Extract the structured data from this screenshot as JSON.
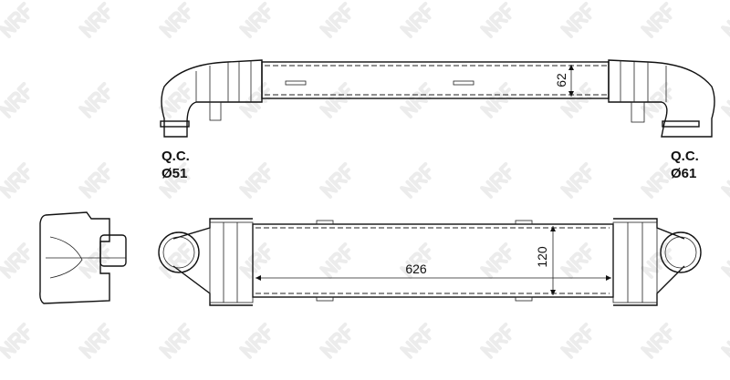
{
  "watermark": {
    "logo_text": "NRF",
    "color": "#ececec"
  },
  "top_view": {
    "height_dimension": "62",
    "left_connection": {
      "type": "Q.C.",
      "diameter": "Ø51"
    },
    "right_connection": {
      "type": "Q.C.",
      "diameter": "Ø61"
    }
  },
  "front_view": {
    "core_width_dimension": "626",
    "core_height_dimension": "120"
  }
}
